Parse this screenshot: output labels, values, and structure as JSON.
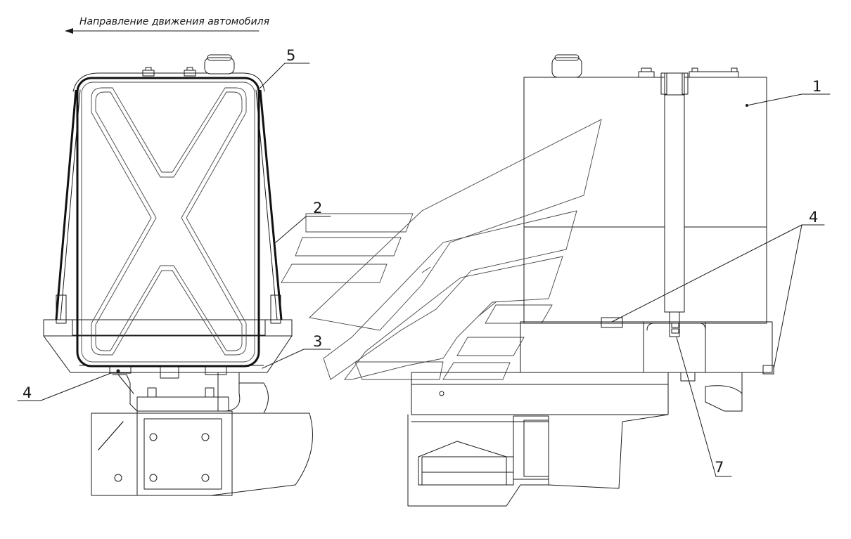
{
  "direction_label": "Направление движения автомобиля",
  "callouts": {
    "c1": "1",
    "c2": "2",
    "c3": "3",
    "c4_left": "4",
    "c4_right": "4",
    "c5": "5",
    "c7": "7"
  }
}
